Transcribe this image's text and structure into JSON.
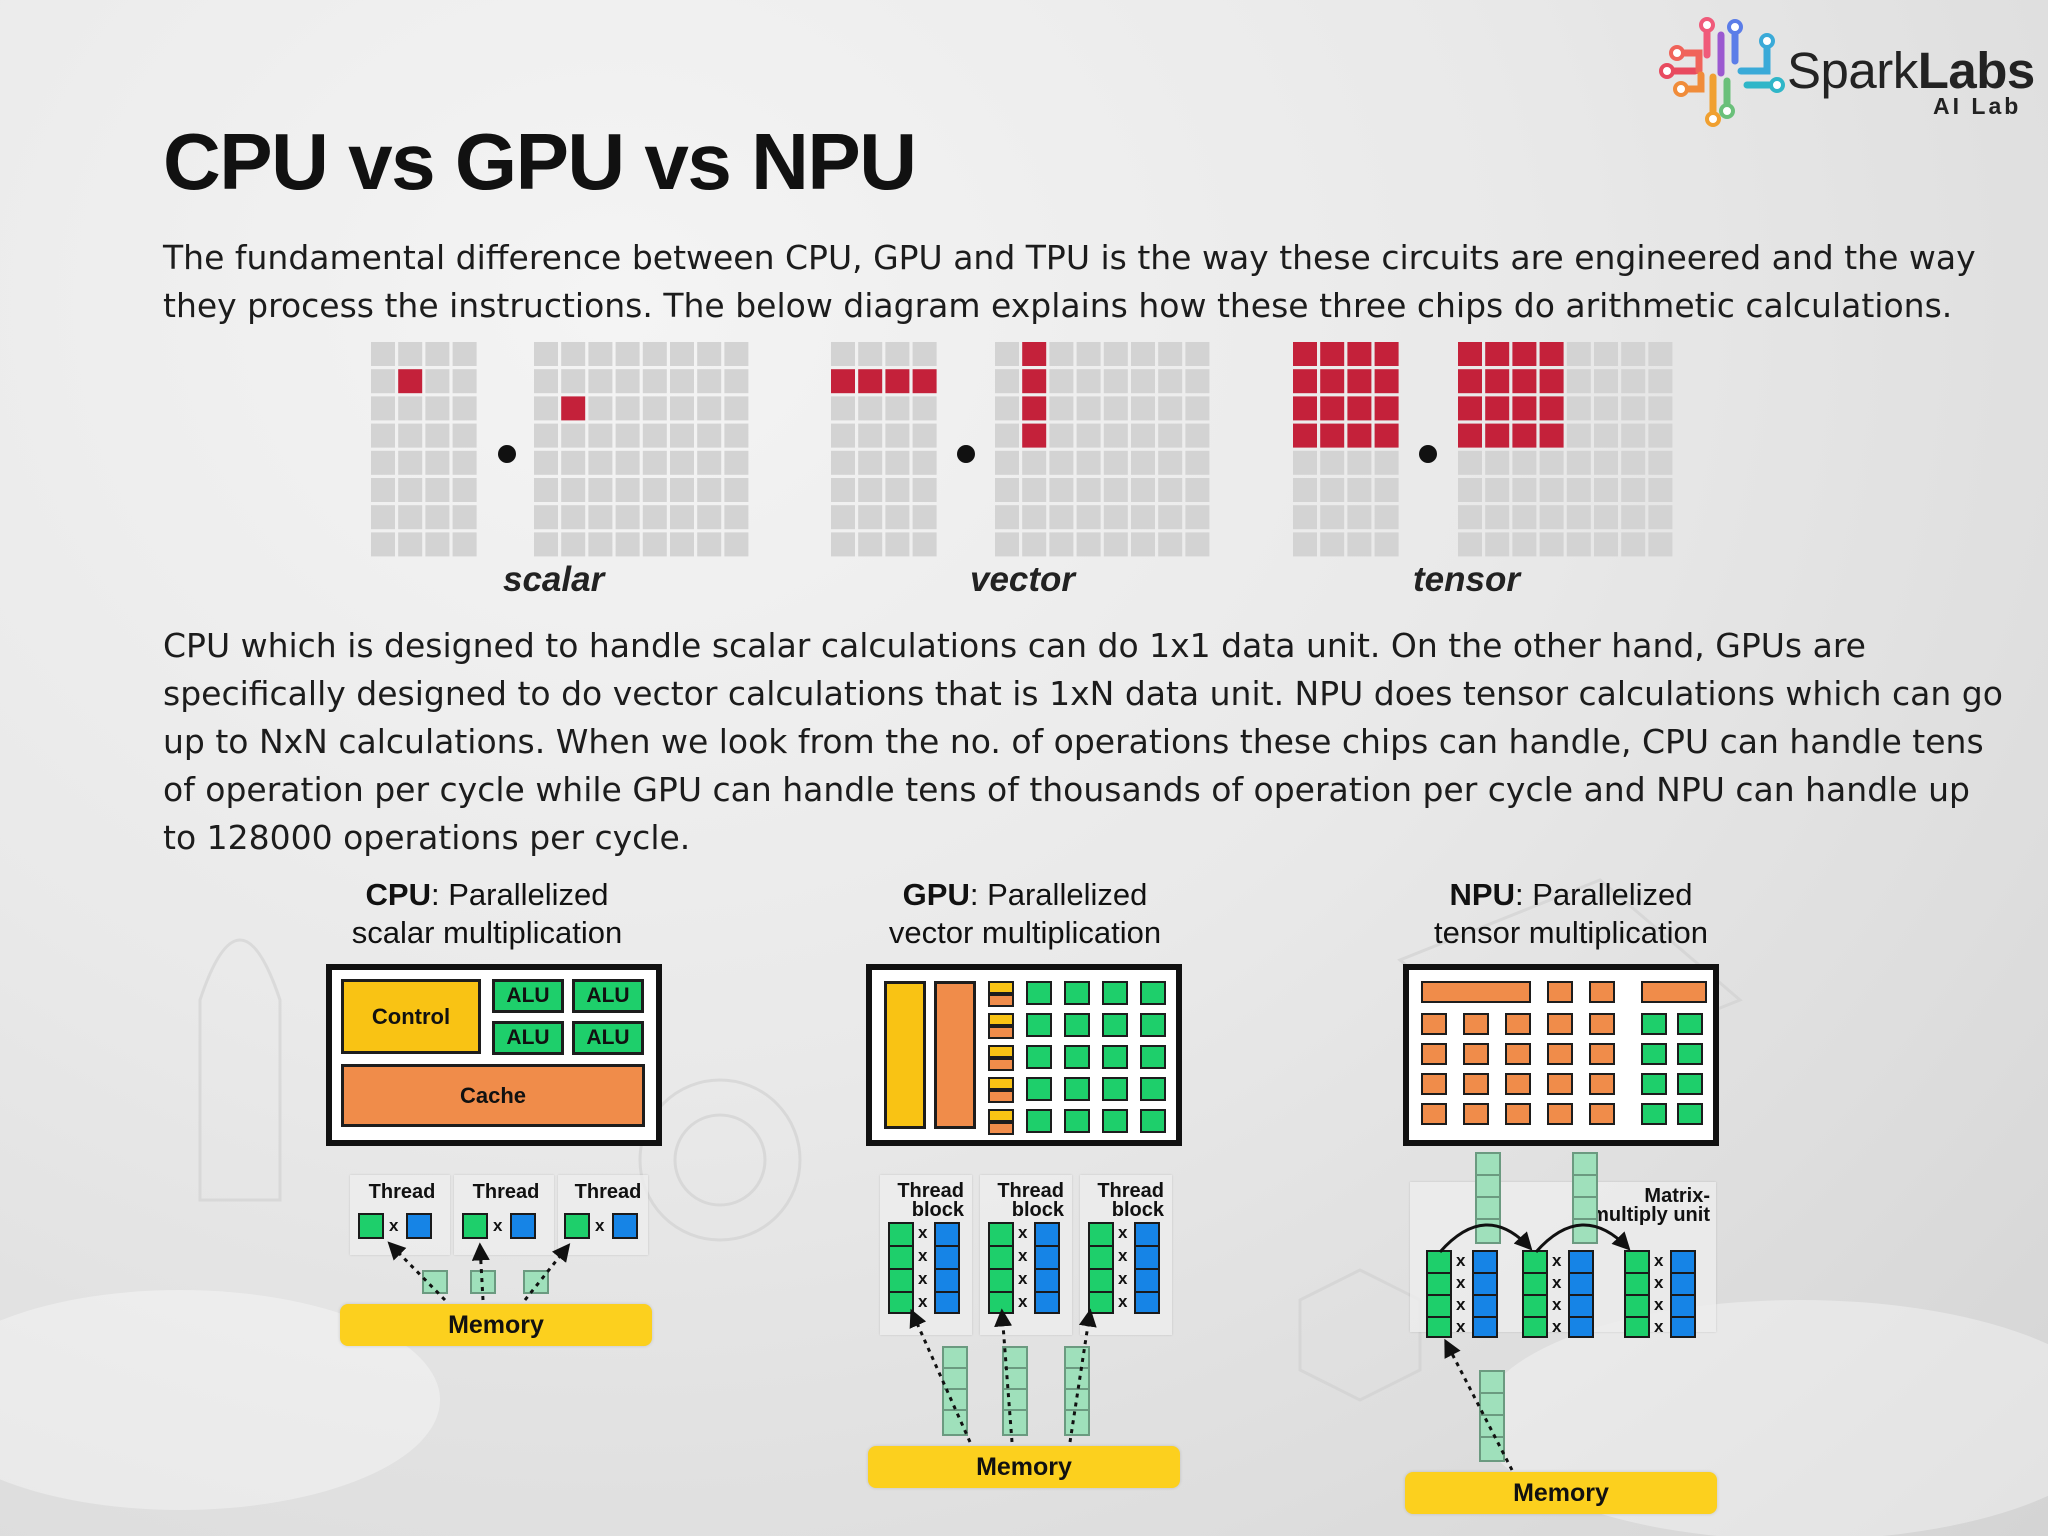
{
  "brand": {
    "name_part1": "Spark",
    "name_part2": "Labs",
    "subtitle": "AI Lab"
  },
  "title": "CPU vs GPU vs NPU",
  "intro_text": "The fundamental difference between CPU, GPU and TPU is the way these circuits are engineered and the way they process the instructions. The below diagram explains how these three chips do arithmetic calculations.",
  "calc_diagram": {
    "labels": [
      "scalar",
      "vector",
      "tensor"
    ],
    "colors": {
      "grid_cell": "#d3d3d3",
      "highlight": "#c4213a",
      "dot": "#111111"
    }
  },
  "body_text": "CPU which is designed to handle scalar calculations can do 1x1 data unit. On the other hand, GPUs are specifically designed to do vector calculations that is 1xN data unit. NPU does tensor calculations which can go up to NxN calculations. When we look from the no. of operations these chips can handle, CPU can handle tens of operation per cycle while GPU can handle tens of thousands of operation per cycle and NPU can handle up to 128000 operations per cycle.",
  "architectures": {
    "cpu": {
      "title_bold": "CPU",
      "title_rest": ": Parallelized",
      "title_line2": "scalar multiplication",
      "control_label": "Control",
      "alu_label": "ALU",
      "cache_label": "Cache",
      "thread_label": "Thread",
      "x_symbol": "x",
      "memory_label": "Memory"
    },
    "gpu": {
      "title_bold": "GPU",
      "title_rest": ": Parallelized",
      "title_line2": "vector multiplication",
      "block_label_1": "Thread",
      "block_label_2": "block",
      "x_symbol": "x",
      "memory_label": "Memory"
    },
    "npu": {
      "title_bold": "NPU",
      "title_rest": ": Parallelized",
      "title_line2": "tensor multiplication",
      "unit_label_1": "Matrix-",
      "unit_label_2": "multiply unit",
      "x_symbol": "x",
      "memory_label": "Memory"
    },
    "colors": {
      "control": "#f9c314",
      "cache": "#f08c4a",
      "alu": "#1ecf6b",
      "blue": "#1684e6",
      "memory": "#fcd01e",
      "memory_column": "#9fe0bb"
    }
  }
}
